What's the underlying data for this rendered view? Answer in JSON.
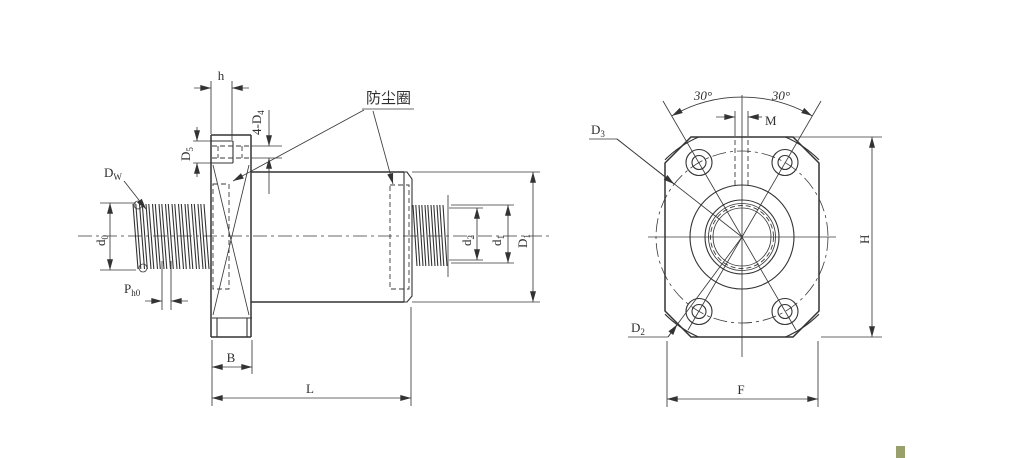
{
  "meta": {
    "background_color": "#ffffff",
    "line_color": "#333333",
    "watermark_color": "#9aa06b"
  },
  "left_view": {
    "labels": {
      "h": "h",
      "four_d4": {
        "main": "4-D",
        "sub": "4"
      },
      "d5": {
        "main": "D",
        "sub": "5"
      },
      "dw": {
        "main": "D",
        "sub": "W"
      },
      "d0": {
        "main": "d",
        "sub": "0"
      },
      "ph0": {
        "main": "P",
        "sub": "h0"
      },
      "dust_seal": "防尘圈",
      "d2": {
        "main": "d",
        "sub": "2"
      },
      "d1": {
        "main": "d",
        "sub": "1"
      },
      "D1": {
        "main": "D",
        "sub": "1"
      },
      "B": "B",
      "L": "L"
    }
  },
  "right_view": {
    "labels": {
      "angle_left": "30°",
      "angle_right": "30°",
      "M": "M",
      "D3": {
        "main": "D",
        "sub": "3"
      },
      "D2": {
        "main": "D",
        "sub": "2"
      },
      "H": "H",
      "F": "F"
    }
  }
}
